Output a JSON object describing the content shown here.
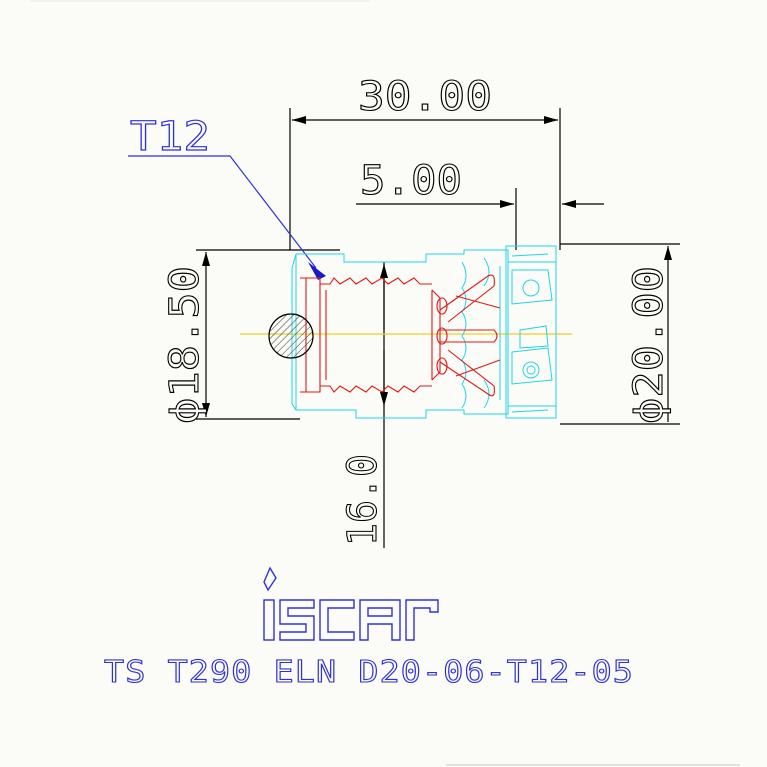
{
  "dimensions": {
    "overall_length": "30.00",
    "insert_offset": "5.00",
    "shank_diameter": "ϕ18.50",
    "cutting_diameter": "ϕ20.00",
    "depth": "16.0"
  },
  "thread_label": "T12",
  "brand": "iscar",
  "designation": "TS T290 ELN D20-06-T12-05",
  "colors": {
    "dimension": "#000000",
    "body_outline": "#22d3e6",
    "thread_outline": "#e01818",
    "label": "#2f31d8",
    "centerline": "#f0d020"
  }
}
